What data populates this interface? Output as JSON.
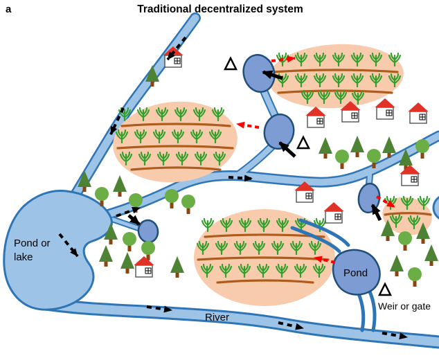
{
  "figure": {
    "panel_label": "a",
    "title": "Traditional decentralized system"
  },
  "labels": {
    "lake_line1": "Pond or",
    "lake_line2": "lake",
    "pond": "Pond",
    "river": "River",
    "weir_or_gate": "Weir or gate"
  },
  "colors": {
    "water_fill": "#9DC3E6",
    "water_outline": "#2E75B6",
    "pond_fill": "#7D9CD4",
    "pond_outline": "#1F4E79",
    "field_fill": "#F8CBAD",
    "furrow_brown": "#AD5C1E",
    "crop_green": "#33A02C",
    "conifer_green": "#4E8234",
    "broadleaf_green": "#6AAE45",
    "trunk_brown": "#8B4513",
    "house_roof_red": "#E03226",
    "flow_arrow_black": "#000000",
    "irrigation_arrow_red": "#FF0000"
  },
  "icons": {
    "conifer_tree": "green triangle with trunk",
    "broadleaf_tree": "green circle with trunk",
    "house": "white square with red gable roof and window",
    "crop_plant": "green stalk with splayed leaves",
    "weir_gate": "open white triangle",
    "flow_direction": "black dashed arrow",
    "water_intake": "black solid arrow",
    "irrigation_delivery": "red dashed arrow"
  }
}
